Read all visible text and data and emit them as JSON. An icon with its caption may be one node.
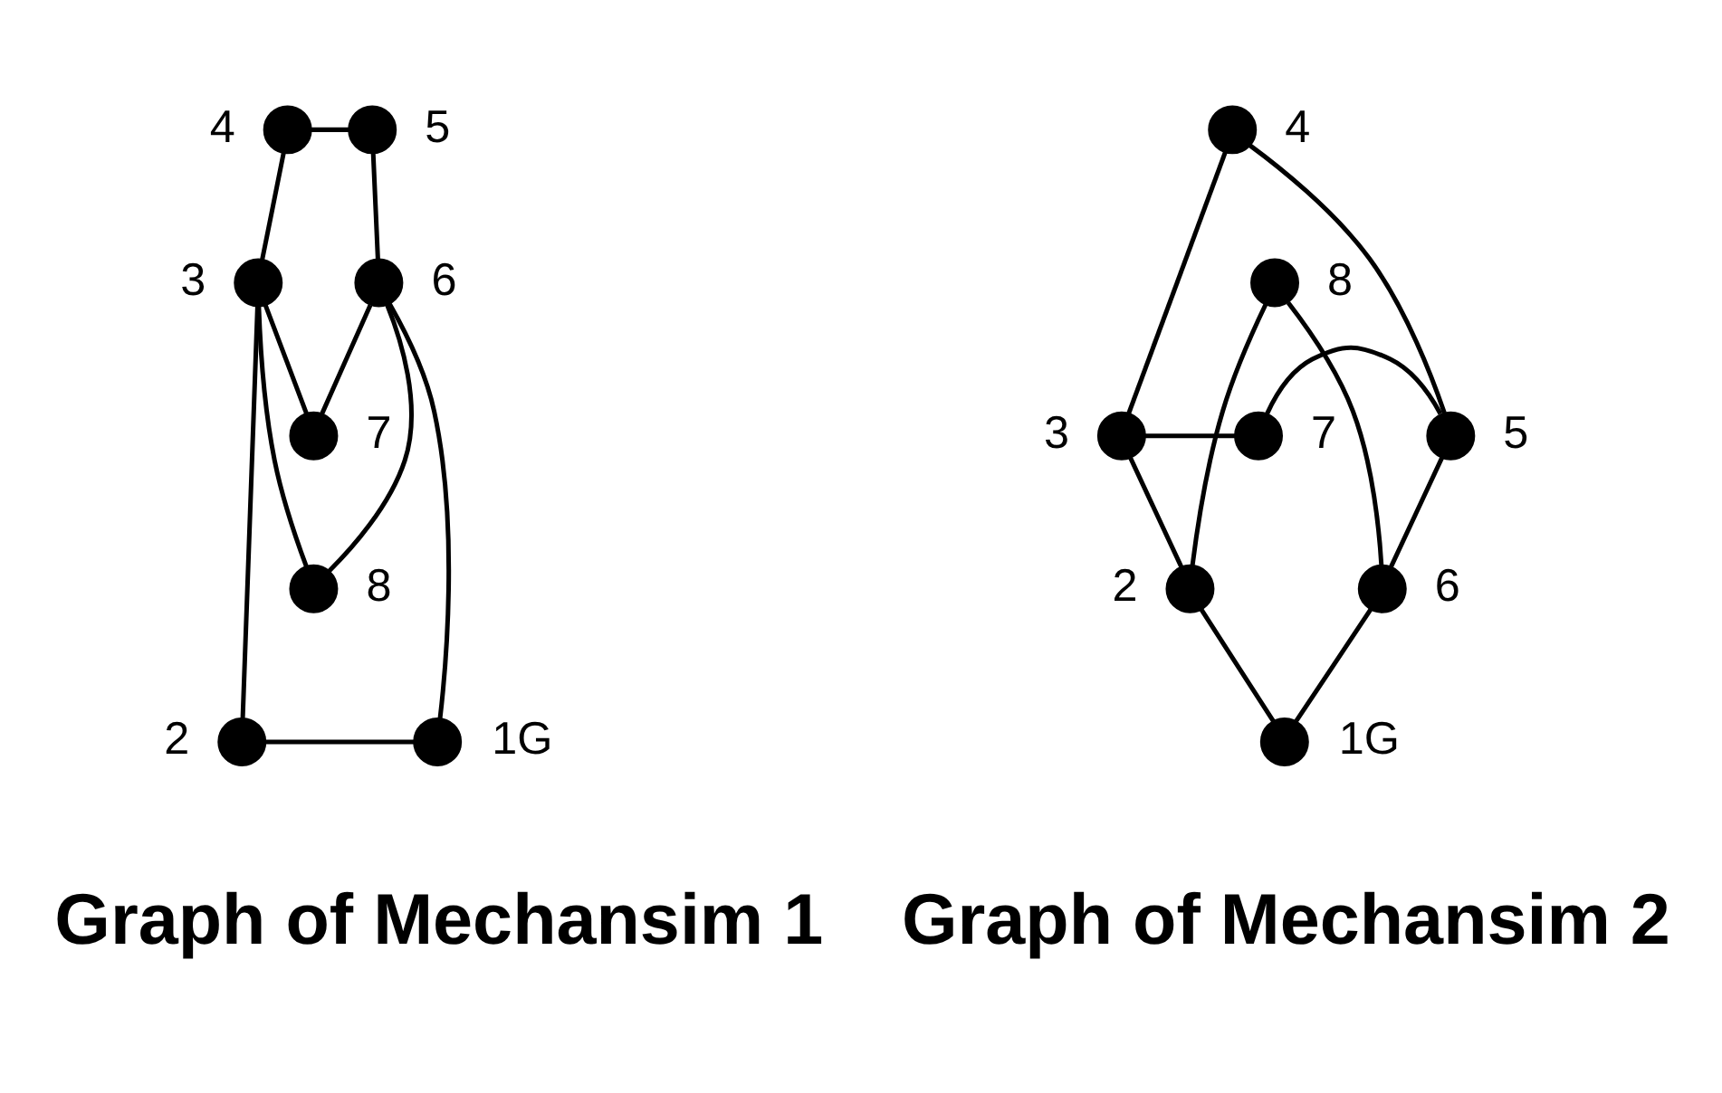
{
  "diagram": {
    "nodes": [
      {
        "text": [],
        "shape": "circle",
        "beside": [
          "4"
        ]
      },
      {
        "text": [],
        "shape": "circle",
        "beside": [
          "5"
        ]
      },
      {
        "text": [],
        "shape": "circle",
        "beside": [
          "7"
        ]
      },
      {
        "text": [],
        "shape": "circle",
        "beside": [
          "6"
        ]
      },
      {
        "text": [],
        "shape": "circle",
        "beside": [
          "3"
        ]
      },
      {
        "text": [],
        "shape": "circle",
        "beside": [
          "8"
        ]
      },
      {
        "text": [],
        "shape": "circle",
        "beside": [
          "2"
        ]
      },
      {
        "text": [],
        "shape": "circle",
        "beside": [
          "1G"
        ]
      },
      {
        "text": [],
        "shape": "circle",
        "beside": [
          "4"
        ]
      },
      {
        "text": [],
        "shape": "circle",
        "beside": [
          "3"
        ]
      },
      {
        "text": [],
        "shape": "circle",
        "beside": [
          "7"
        ]
      },
      {
        "text": [],
        "shape": "circle",
        "beside": [
          "5"
        ]
      },
      {
        "text": [],
        "shape": "circle",
        "beside": [
          "8"
        ]
      },
      {
        "text": [],
        "shape": "circle",
        "beside": [
          "2"
        ]
      },
      {
        "text": [],
        "shape": "circle",
        "beside": [
          "6"
        ]
      },
      {
        "text": [],
        "shape": "circle",
        "beside": [
          "1G"
        ]
      }
    ],
    "edges": [
      {
        "from": 0,
        "to": 1,
        "arrow": "none"
      },
      {
        "from": 1,
        "to": 3,
        "arrow": "none"
      },
      {
        "from": 0,
        "to": 4,
        "arrow": "none"
      },
      {
        "from": 4,
        "to": 2,
        "arrow": "none"
      },
      {
        "from": 2,
        "to": 3,
        "arrow": "none"
      },
      {
        "from": 4,
        "to": 5,
        "arrow": "none"
      },
      {
        "from": 5,
        "to": 3,
        "arrow": "none"
      },
      {
        "from": 4,
        "to": 6,
        "arrow": "none"
      },
      {
        "from": 6,
        "to": 7,
        "arrow": "none"
      },
      {
        "from": 7,
        "to": 3,
        "arrow": "none"
      },
      {
        "from": 8,
        "to": 9,
        "arrow": "none"
      },
      {
        "from": 8,
        "to": 11,
        "arrow": "none"
      },
      {
        "from": 9,
        "to": 10,
        "arrow": "none"
      },
      {
        "from": 10,
        "to": 11,
        "arrow": "none"
      },
      {
        "from": 9,
        "to": 13,
        "arrow": "none"
      },
      {
        "from": 11,
        "to": 14,
        "arrow": "none"
      },
      {
        "from": 13,
        "to": 12,
        "arrow": "none"
      },
      {
        "from": 12,
        "to": 14,
        "arrow": "none"
      },
      {
        "from": 13,
        "to": 15,
        "arrow": "none"
      },
      {
        "from": 15,
        "to": 14,
        "arrow": "none"
      }
    ],
    "labels": [
      "Graph of Mechansim 1",
      "Graph of Mechansim 2"
    ]
  }
}
